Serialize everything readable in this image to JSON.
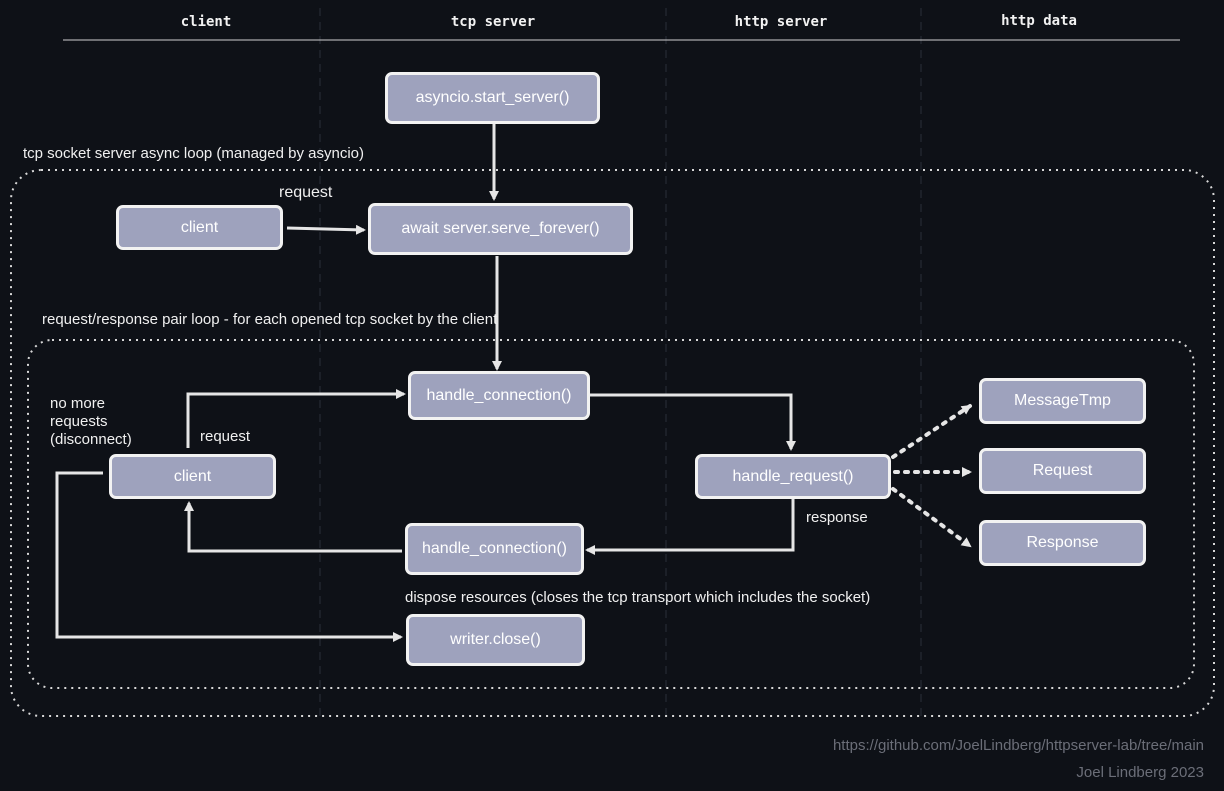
{
  "columns": [
    "client",
    "tcp server",
    "http server",
    "http data"
  ],
  "boxes": {
    "start_server": "asyncio.start_server()",
    "client_top": "client",
    "serve_forever": "await server.serve_forever()",
    "handle_connection_top": "handle_connection()",
    "client_inner": "client",
    "handle_request": "handle_request()",
    "handle_connection_bottom": "handle_connection()",
    "writer_close": "writer.close()",
    "message_tmp": "MessageTmp",
    "request_box": "Request",
    "response_box": "Response"
  },
  "labels": {
    "outer_loop": "tcp socket server async loop (managed by asyncio)",
    "inner_loop": "request/response pair loop - for each opened tcp socket by the client",
    "request_top": "request",
    "request_inner": "request",
    "no_more_requests": "no more\nrequests\n(disconnect)",
    "response": "response",
    "dispose": "dispose resources (closes the tcp transport which includes the socket)"
  },
  "footer": {
    "url": "https://github.com/JoelLindberg/httpserver-lab/tree/main",
    "author": "Joel Lindberg 2023"
  },
  "colors": {
    "background": "#0e1117",
    "box_fill": "#9ea2bd",
    "box_border": "#f2f2f2",
    "arrow": "#e6e6e6",
    "footer_text": "#6b6e78"
  }
}
